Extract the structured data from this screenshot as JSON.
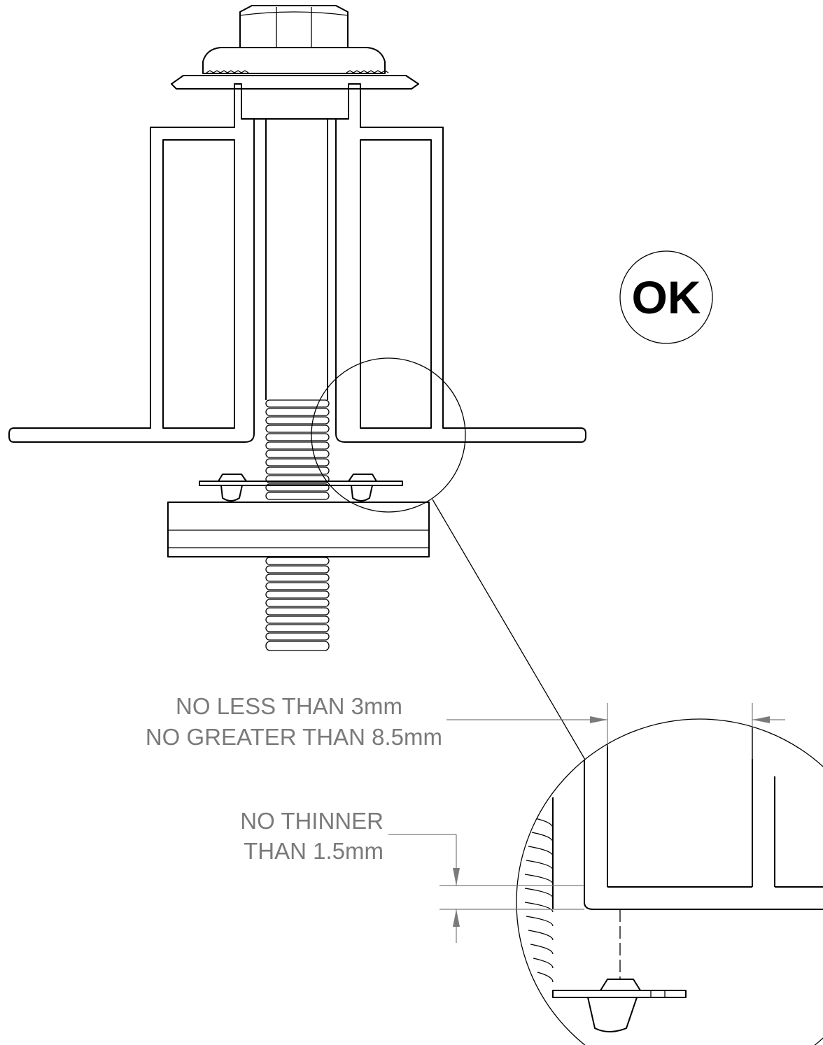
{
  "badge": {
    "text": "OK"
  },
  "annotations": {
    "gap_line1": "NO LESS THAN 3mm",
    "gap_line2": "NO GREATER THAN 8.5mm",
    "thickness_line1": "NO THINNER",
    "thickness_line2": "THAN 1.5mm"
  },
  "colors": {
    "line": "#000000",
    "dimension": "#7a7a7a",
    "background": "#ffffff"
  }
}
